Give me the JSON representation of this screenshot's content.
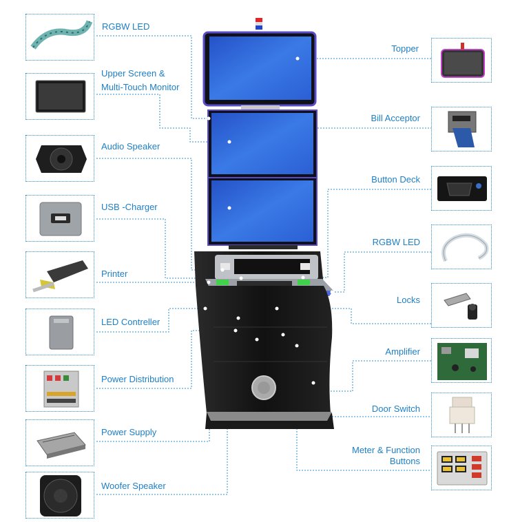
{
  "left_components": [
    {
      "id": "rgbw-led-strip",
      "label": "RGBW LED"
    },
    {
      "id": "upper-screen",
      "label": "Upper Screen &\nMulti-Touch Monitor"
    },
    {
      "id": "audio-speaker",
      "label": "Audio Speaker"
    },
    {
      "id": "usb-charger",
      "label": "USB -Charger"
    },
    {
      "id": "printer",
      "label": "Printer"
    },
    {
      "id": "led-controller",
      "label": "LED Contreller"
    },
    {
      "id": "power-distribution",
      "label": "Power  Distribution"
    },
    {
      "id": "power-supply",
      "label": "Power Supply"
    },
    {
      "id": "woofer-speaker",
      "label": "Woofer Speaker"
    }
  ],
  "right_components": [
    {
      "id": "topper",
      "label": "Topper"
    },
    {
      "id": "bill-acceptor",
      "label": "Bill Acceptor"
    },
    {
      "id": "button-deck",
      "label": "Button Deck"
    },
    {
      "id": "rgbw-led-tube",
      "label": "RGBW LED"
    },
    {
      "id": "locks",
      "label": "Locks"
    },
    {
      "id": "amplifier",
      "label": "Amplifier"
    },
    {
      "id": "door-switch",
      "label": "Door Switch"
    },
    {
      "id": "meter-buttons",
      "label": "Meter & Function\nButtons"
    }
  ],
  "colors": {
    "accent": "#1d7fc6",
    "leader": "#2f8fd0",
    "screen": "#2b62d8",
    "cabinet": "#141414"
  }
}
